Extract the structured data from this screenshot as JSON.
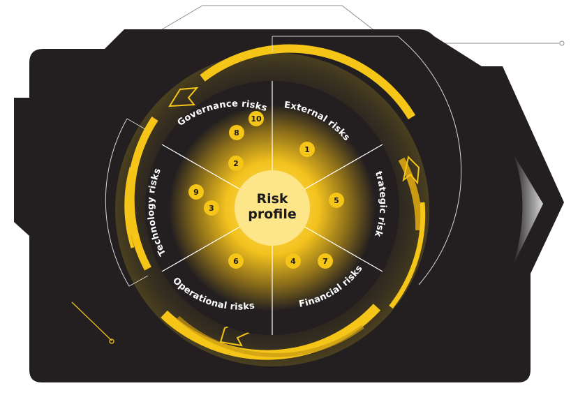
{
  "center": {
    "line1": "Risk",
    "line2": "profile"
  },
  "segments": [
    {
      "id": "external",
      "label": "External risks"
    },
    {
      "id": "strategic",
      "label": "Strategic risks"
    },
    {
      "id": "financial",
      "label": "Financial risks"
    },
    {
      "id": "operational",
      "label": "Operational risks"
    },
    {
      "id": "technology",
      "label": "Technology risks"
    },
    {
      "id": "governance",
      "label": "Governance risks"
    }
  ],
  "badges": [
    "1",
    "2",
    "3",
    "4",
    "5",
    "6",
    "7",
    "8",
    "9",
    "10"
  ],
  "colors": {
    "frame": "#231f20",
    "accent": "#f5c518",
    "accent_dark": "#c99a12",
    "center_fill": "#fde58a",
    "text_dark": "#1d1a1b",
    "text_light": "#ffffff"
  }
}
